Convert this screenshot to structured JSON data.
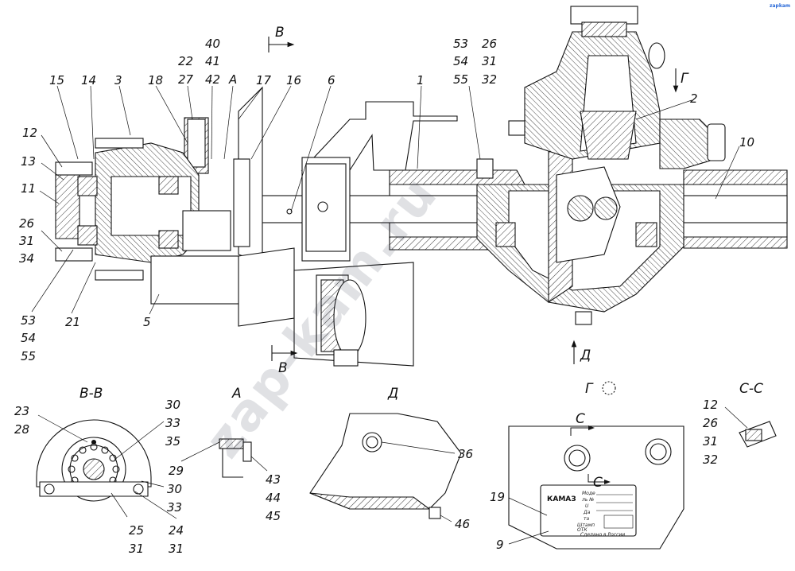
{
  "corner_logo": "zapkam",
  "watermark": "zap-kam.ru",
  "main_view": {
    "section_markers": [
      "В",
      "В",
      "Г",
      "Д"
    ],
    "callouts": {
      "c1": "1",
      "c2": "2",
      "c3": "3",
      "c5": "5",
      "c6": "6",
      "c10": "10",
      "c11": "11",
      "c12": "12",
      "c13": "13",
      "c14": "14",
      "c15": "15",
      "c16": "16",
      "c17": "17",
      "c18": "18",
      "c21": "21",
      "cA": "А",
      "g_22_27": [
        "22",
        "27"
      ],
      "g_40_42": [
        "40",
        "41",
        "42"
      ],
      "g_53_55_top": [
        "53",
        "54",
        "55"
      ],
      "g_26_32_top": [
        "26",
        "31",
        "32"
      ],
      "g_26_34": [
        "26",
        "31",
        "34"
      ],
      "g_53_55_bot": [
        "53",
        "54",
        "55"
      ]
    }
  },
  "view_bb": {
    "title": "В-В",
    "g_23_28": [
      "23",
      "28"
    ],
    "g_30_35": [
      "30",
      "33",
      "35"
    ],
    "c29": "29",
    "g_30_33": [
      "30",
      "33"
    ],
    "g_25_31": [
      "25",
      "31"
    ],
    "g_24_31": [
      "24",
      "31"
    ]
  },
  "view_a": {
    "title": "А",
    "g_43_45": [
      "43",
      "44",
      "45"
    ]
  },
  "view_d": {
    "title": "Д",
    "c36": "36",
    "c46": "46"
  },
  "view_g": {
    "title": "Г",
    "section_markers": [
      "С",
      "С"
    ],
    "c19": "19",
    "c9": "9",
    "plate": {
      "brand": "КАМАЗ",
      "lines": [
        "Моде",
        "ль №",
        "U",
        "Да",
        "та",
        "Штамп",
        "ОТК"
      ],
      "footer": "Сделано в России"
    }
  },
  "view_cc": {
    "title": "С-С",
    "g_12_32": [
      "12",
      "26",
      "31",
      "32"
    ]
  }
}
